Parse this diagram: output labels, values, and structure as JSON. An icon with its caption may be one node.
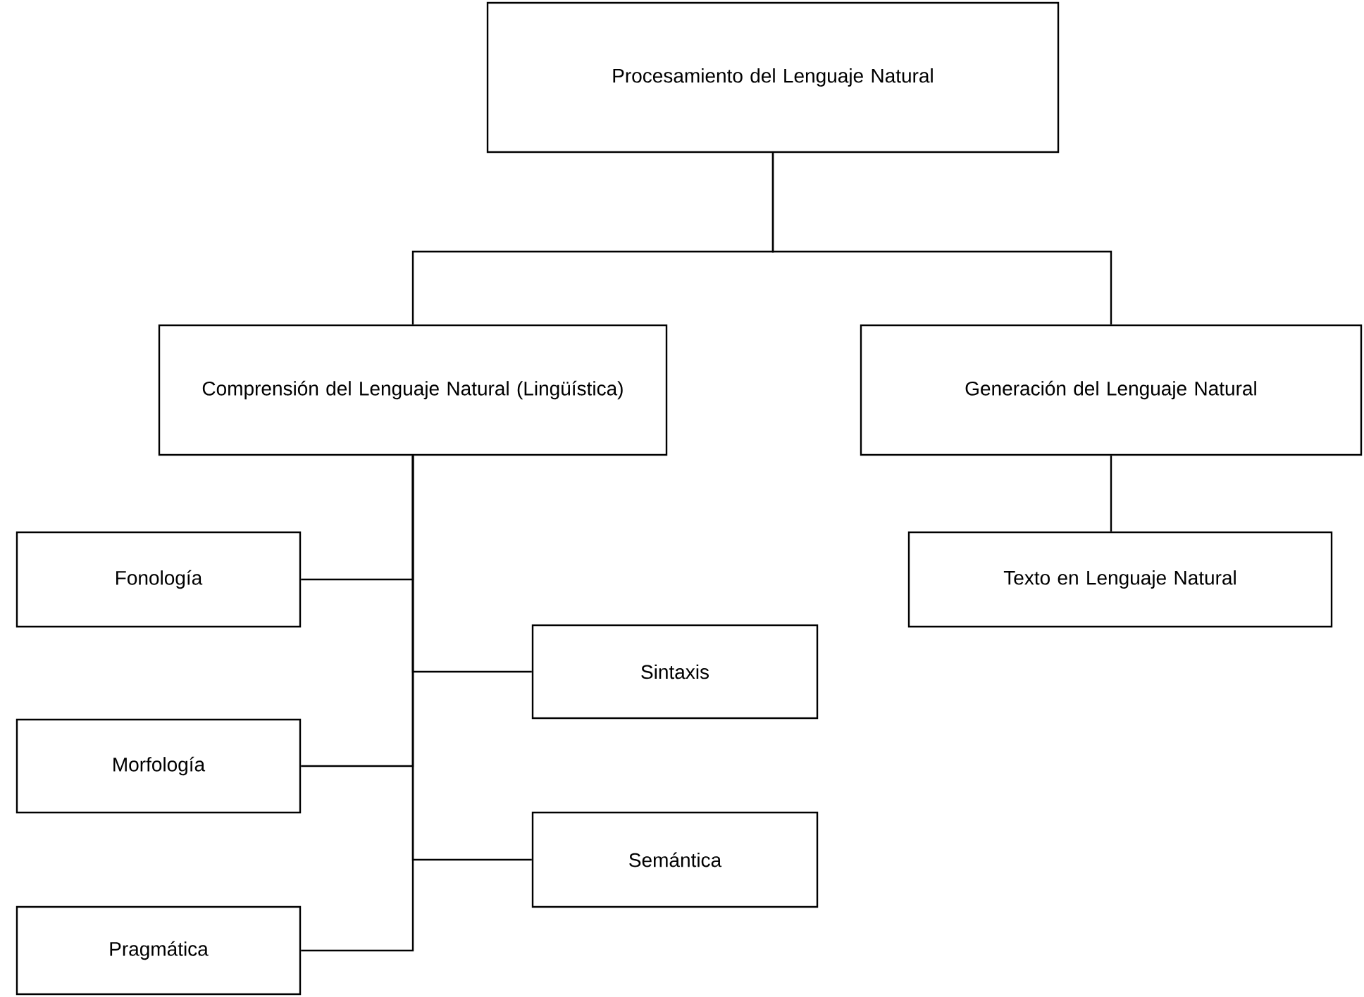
{
  "diagram": {
    "nodes": [
      {
        "text": [
          "Procesamiento del Lenguaje Natural"
        ]
      },
      {
        "text": [
          "Comprensión del Lenguaje Natural (Lingüística)"
        ]
      },
      {
        "text": [
          "Generación del Lenguaje Natural"
        ]
      },
      {
        "text": [
          "Fonología"
        ]
      },
      {
        "text": [
          "Sintaxis"
        ]
      },
      {
        "text": [
          "Morfología"
        ]
      },
      {
        "text": [
          "Semántica"
        ]
      },
      {
        "text": [
          "Pragmática"
        ]
      },
      {
        "text": [
          "Texto en Lenguaje Natural"
        ]
      }
    ],
    "edges": [
      {
        "from": 0,
        "to": 1,
        "arrow": "none"
      },
      {
        "from": 0,
        "to": 2,
        "arrow": "none"
      },
      {
        "from": 1,
        "to": 3,
        "arrow": "none"
      },
      {
        "from": 1,
        "to": 4,
        "arrow": "none"
      },
      {
        "from": 1,
        "to": 5,
        "arrow": "none"
      },
      {
        "from": 1,
        "to": 6,
        "arrow": "none"
      },
      {
        "from": 1,
        "to": 7,
        "arrow": "none"
      },
      {
        "from": 2,
        "to": 8,
        "arrow": "none"
      }
    ]
  }
}
